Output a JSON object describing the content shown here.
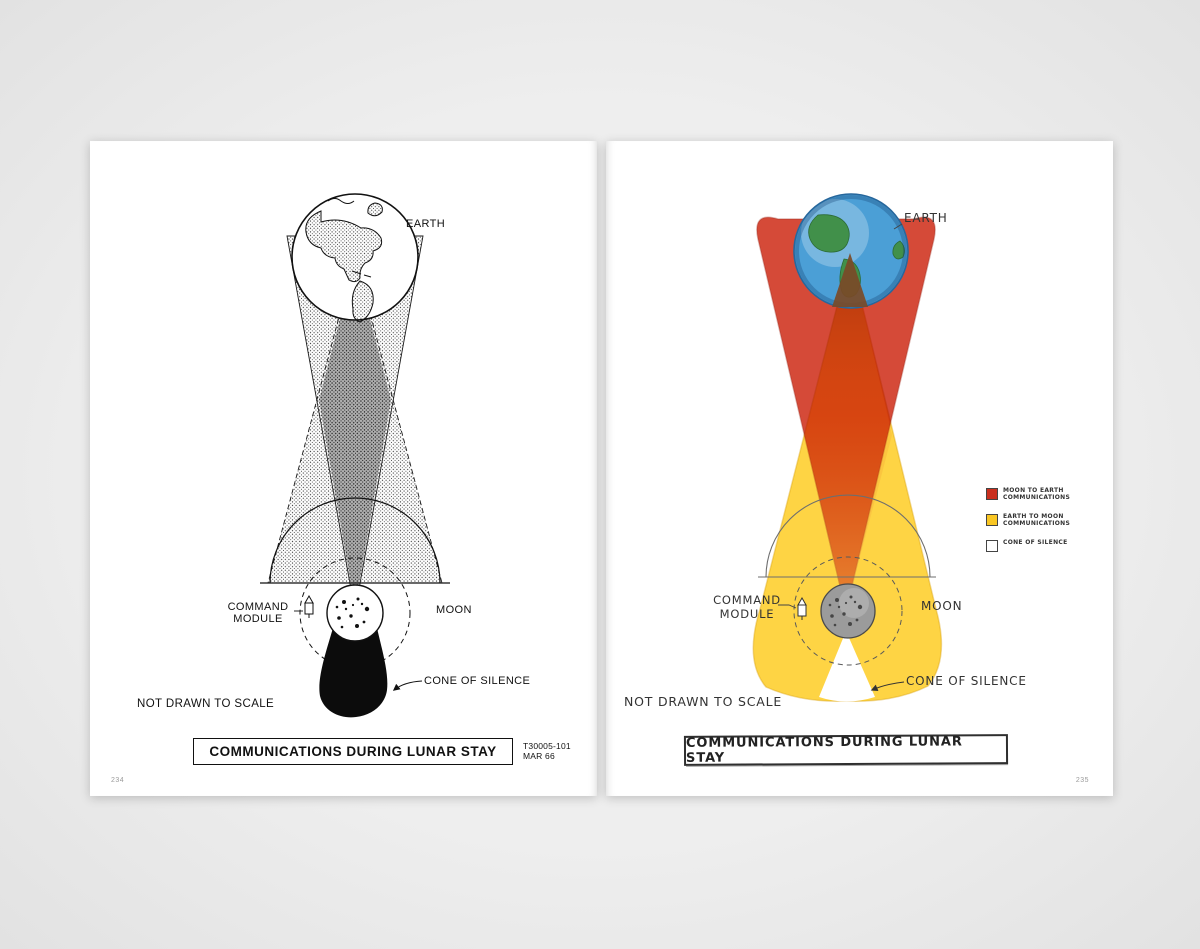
{
  "left_page": {
    "page_number": "234",
    "labels": {
      "earth": "EARTH",
      "command_module": "COMMAND MODULE",
      "moon": "MOON",
      "cone_of_silence": "CONE OF SILENCE",
      "scale_note": "NOT DRAWN TO SCALE",
      "title": "COMMUNICATIONS DURING LUNAR STAY",
      "doc_ref": "T30005-101",
      "doc_date": "MAR 66"
    }
  },
  "right_page": {
    "page_number": "235",
    "labels": {
      "earth": "EARTH",
      "command_module": "COMMAND MODULE",
      "moon": "MOON",
      "cone_of_silence": "CONE OF SILENCE",
      "scale_note": "NOT DRAWN TO SCALE",
      "title": "COMMUNICATIONS DURING LUNAR STAY"
    },
    "legend": {
      "items": [
        {
          "label": "MOON TO EARTH COMMUNICATIONS",
          "color": "#c92f1e"
        },
        {
          "label": "EARTH TO MOON COMMUNICATIONS",
          "color": "#f9c623"
        },
        {
          "label": "CONE OF SILENCE",
          "color": "#ffffff"
        }
      ]
    },
    "colors": {
      "moon_to_earth": "#d23b28",
      "earth_to_moon": "#fed23a",
      "earth_ocean": "#4b9fd6",
      "earth_land": "#41904a",
      "moon_gray": "#9b9b9b",
      "beam_over_earth": "#7a4a27"
    }
  }
}
